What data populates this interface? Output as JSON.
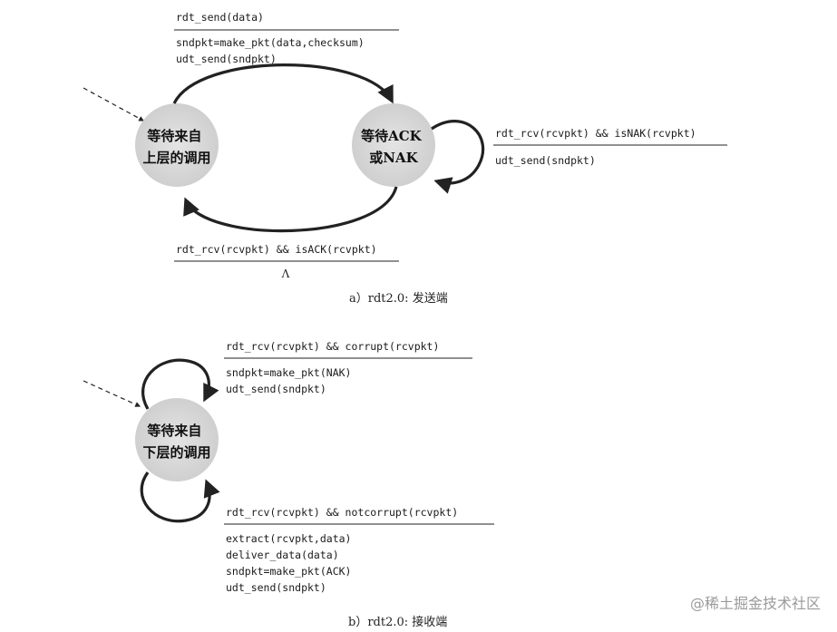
{
  "sender": {
    "state_wait_call": [
      "等待来自",
      "上层的调用"
    ],
    "state_wait_ack": [
      "等待ACK",
      "或NAK"
    ],
    "t1_event": "rdt_send(data)",
    "t1_actions": [
      "sndpkt=make_pkt(data,checksum)",
      "udt_send(sndpkt)"
    ],
    "t2_event": "rdt_rcv(rcvpkt) && isNAK(rcvpkt)",
    "t2_actions": [
      "udt_send(sndpkt)"
    ],
    "t3_event": "rdt_rcv(rcvpkt) && isACK(rcvpkt)",
    "t3_action": "Λ",
    "caption": "a）rdt2.0: 发送端"
  },
  "receiver": {
    "state_wait_below": [
      "等待来自",
      "下层的调用"
    ],
    "t1_event": "rdt_rcv(rcvpkt) && corrupt(rcvpkt)",
    "t1_actions": [
      "sndpkt=make_pkt(NAK)",
      "udt_send(sndpkt)"
    ],
    "t2_event": "rdt_rcv(rcvpkt) && notcorrupt(rcvpkt)",
    "t2_actions": [
      "extract(rcvpkt,data)",
      "deliver_data(data)",
      "sndpkt=make_pkt(ACK)",
      "udt_send(sndpkt)"
    ],
    "caption": "b）rdt2.0: 接收端"
  },
  "watermark": "@稀土掘金技术社区"
}
